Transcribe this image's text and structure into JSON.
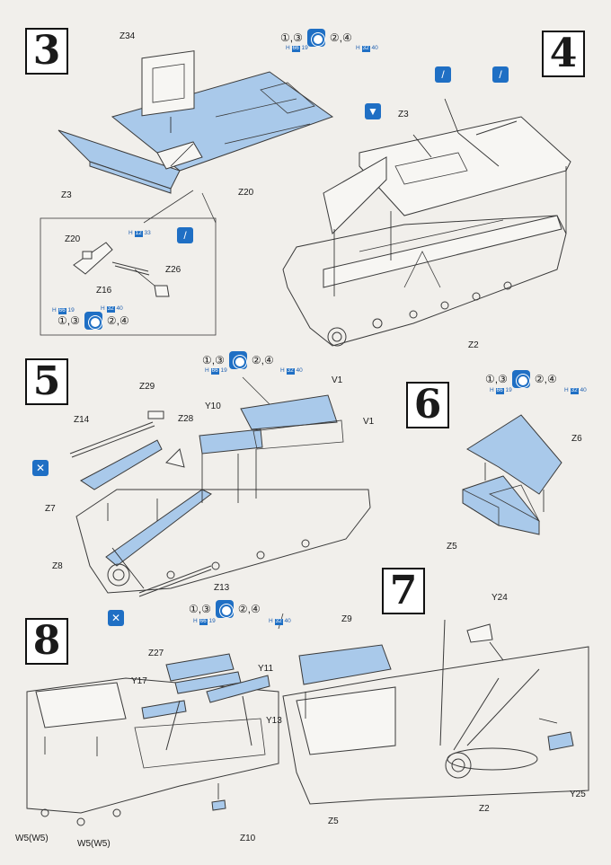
{
  "steps": [
    "3",
    "4",
    "5",
    "6",
    "7",
    "8"
  ],
  "paint_callouts": {
    "left_pair": "①,③",
    "right_pair": "②,④",
    "code_left": "H 66 19",
    "code_right": "H 32 40",
    "code_small": "H 12 33",
    "code_y": "H 32 40",
    "code_hv": "H 66 19"
  },
  "parts": {
    "z34": "Z34",
    "z3": "Z3",
    "z20": "Z20",
    "z20b": "Z20",
    "z16": "Z16",
    "z26": "Z26",
    "z3b": "Z3",
    "z2": "Z2",
    "z29": "Z29",
    "z14": "Z14",
    "z28": "Z28",
    "y10": "Y10",
    "v1a": "V1",
    "v1b": "V1",
    "z7": "Z7",
    "z8": "Z8",
    "z13": "Z13",
    "z6": "Z6",
    "z5": "Z5",
    "y24": "Y24",
    "z9": "Z9",
    "z2b": "Z2",
    "y25": "Y25",
    "z5b": "Z5",
    "z27": "Z27",
    "y11": "Y11",
    "y17": "Y17",
    "y13": "Y13",
    "z10": "Z10",
    "w5a": "W5(W5)",
    "w5b": "W5(W5)"
  },
  "colors": {
    "blue_part": "#a9c9ea",
    "blue_ink": "#1f6fc4",
    "line": "#3a3a3a",
    "paper": "#f1efeb"
  },
  "icons": [
    "paint-icon",
    "glue-icon",
    "remove-icon",
    "brush-icon"
  ]
}
